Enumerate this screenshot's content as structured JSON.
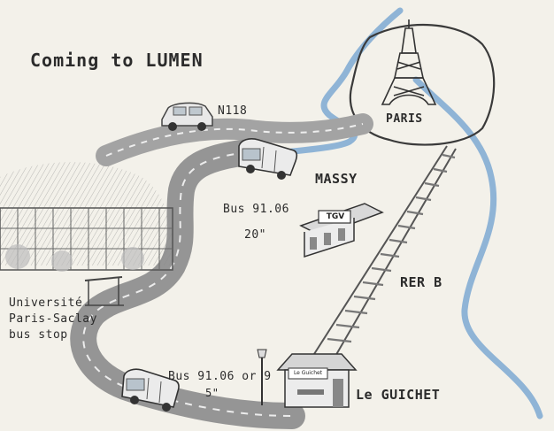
{
  "title": "Coming to LUMEN",
  "places": {
    "paris": "PARIS",
    "massy": "MASSY",
    "le_guichet": "Le GUICHET",
    "universite": "Université Paris-Saclay bus stop"
  },
  "routes": {
    "n118": "N118",
    "rer_b": "RER B",
    "bus_massy_line": "Bus 91.06",
    "bus_massy_time": "20\"",
    "bus_guichet_line": "Bus 91.06 or 9",
    "bus_guichet_time": "5\""
  },
  "signs": {
    "tgv": "TGV",
    "le_guichet": "Le Guichet"
  },
  "colors": {
    "paper": "#f3f1ea",
    "river": "#8fb4d6",
    "road": "#9a9a9a",
    "ink": "#2b2b2b"
  },
  "icons": [
    "car-icon",
    "bus-icon",
    "eiffel-tower-icon",
    "station-icon",
    "train-tracks-icon",
    "street-lamp-icon",
    "campus-building-icon"
  ]
}
